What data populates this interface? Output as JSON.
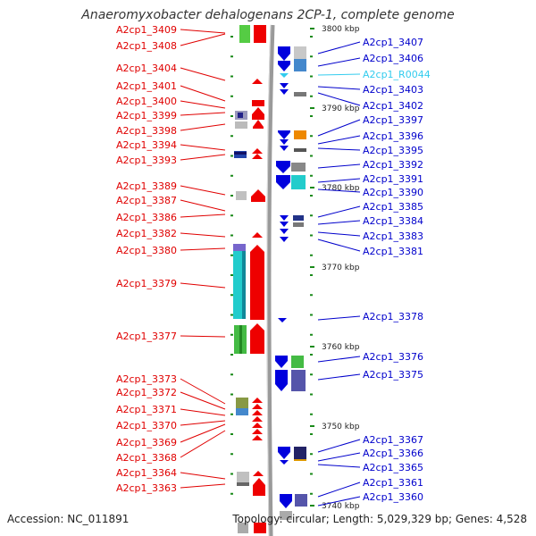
{
  "title": "Anaeromyxobacter dehalogenans 2CP-1, complete genome",
  "footer": {
    "accession": "Accession: NC_011891",
    "topology": "Topology: circular; Length: 5,029,329 bp; Genes: 4,528"
  },
  "colors": {
    "left_label": "#e00000",
    "right_label": "#0000cc",
    "rna_label": "#33ccee",
    "backbone": "#999999",
    "tick": "#1a8a1a"
  },
  "ticks": [
    {
      "kbp": 3800,
      "label": "3800 kbp"
    },
    {
      "kbp": 3790,
      "label": "3790 kbp"
    },
    {
      "kbp": 3780,
      "label": "3780 kbp"
    },
    {
      "kbp": 3770,
      "label": "3770 kbp"
    },
    {
      "kbp": 3760,
      "label": "3760 kbp"
    },
    {
      "kbp": 3750,
      "label": "3750 kbp"
    },
    {
      "kbp": 3740,
      "label": "3740 kbp"
    }
  ],
  "left_genes": [
    {
      "name": "A2cp1_3409"
    },
    {
      "name": "A2cp1_3408"
    },
    {
      "name": "A2cp1_3404"
    },
    {
      "name": "A2cp1_3401"
    },
    {
      "name": "A2cp1_3400"
    },
    {
      "name": "A2cp1_3399"
    },
    {
      "name": "A2cp1_3398"
    },
    {
      "name": "A2cp1_3394"
    },
    {
      "name": "A2cp1_3393"
    },
    {
      "name": "A2cp1_3389"
    },
    {
      "name": "A2cp1_3387"
    },
    {
      "name": "A2cp1_3386"
    },
    {
      "name": "A2cp1_3382"
    },
    {
      "name": "A2cp1_3380"
    },
    {
      "name": "A2cp1_3379"
    },
    {
      "name": "A2cp1_3377"
    },
    {
      "name": "A2cp1_3373"
    },
    {
      "name": "A2cp1_3372"
    },
    {
      "name": "A2cp1_3371"
    },
    {
      "name": "A2cp1_3370"
    },
    {
      "name": "A2cp1_3369"
    },
    {
      "name": "A2cp1_3368"
    },
    {
      "name": "A2cp1_3364"
    },
    {
      "name": "A2cp1_3363"
    }
  ],
  "right_genes": [
    {
      "name": "A2cp1_3407"
    },
    {
      "name": "A2cp1_3406"
    },
    {
      "name": "A2cp1_R0044"
    },
    {
      "name": "A2cp1_3403"
    },
    {
      "name": "A2cp1_3402"
    },
    {
      "name": "A2cp1_3397"
    },
    {
      "name": "A2cp1_3396"
    },
    {
      "name": "A2cp1_3395"
    },
    {
      "name": "A2cp1_3392"
    },
    {
      "name": "A2cp1_3391"
    },
    {
      "name": "A2cp1_3390"
    },
    {
      "name": "A2cp1_3385"
    },
    {
      "name": "A2cp1_3384"
    },
    {
      "name": "A2cp1_3383"
    },
    {
      "name": "A2cp1_3381"
    },
    {
      "name": "A2cp1_3378"
    },
    {
      "name": "A2cp1_3376"
    },
    {
      "name": "A2cp1_3375"
    },
    {
      "name": "A2cp1_3367"
    },
    {
      "name": "A2cp1_3366"
    },
    {
      "name": "A2cp1_3365"
    },
    {
      "name": "A2cp1_3361"
    },
    {
      "name": "A2cp1_3360"
    }
  ]
}
